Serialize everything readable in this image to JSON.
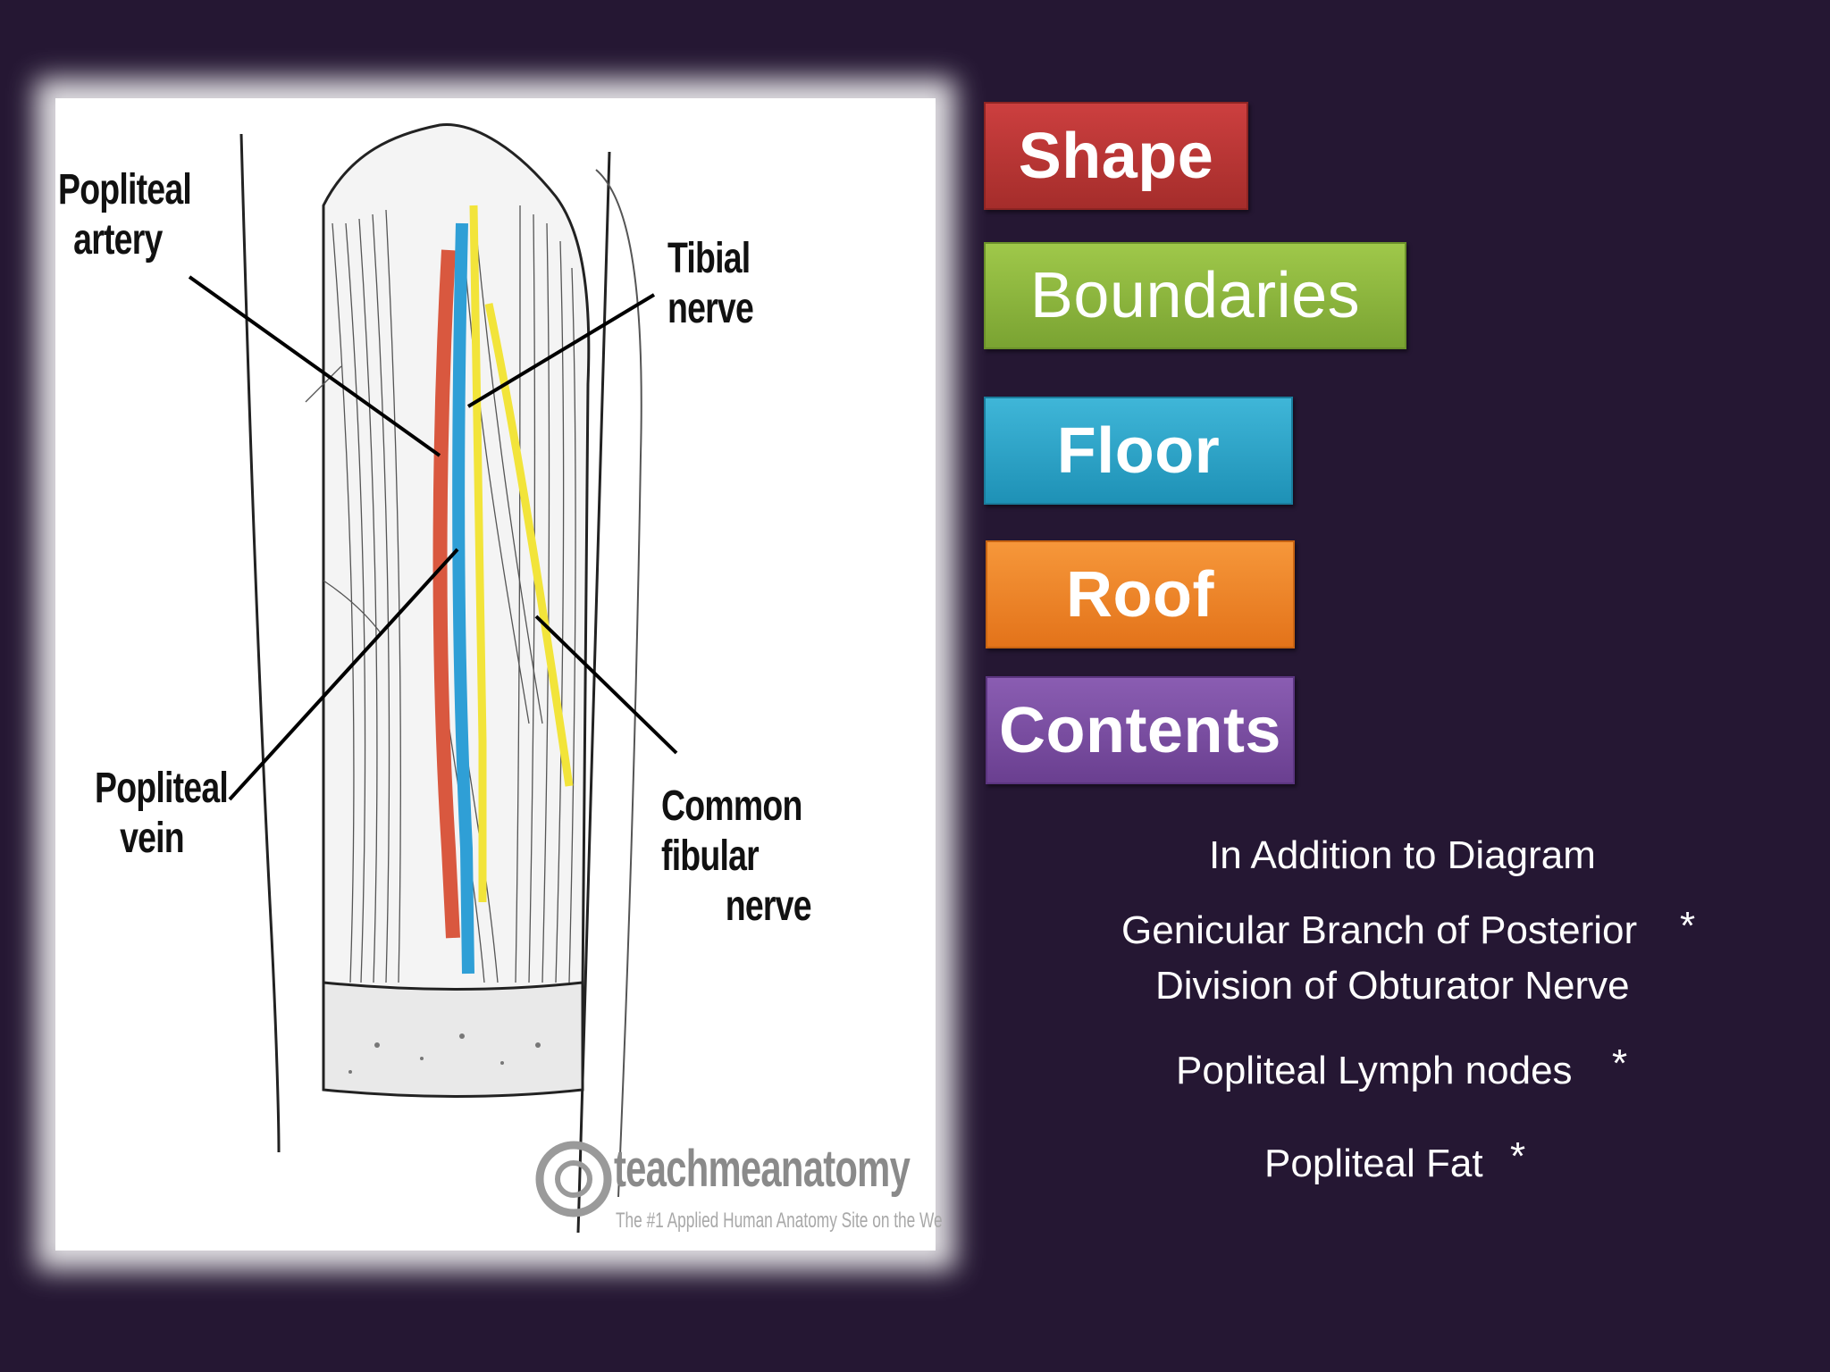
{
  "figure": {
    "labels": {
      "popliteal_artery": [
        "Popliteal",
        "artery"
      ],
      "tibial_nerve": [
        "Tibial",
        "nerve"
      ],
      "popliteal_vein": [
        "Popliteal",
        "vein"
      ],
      "common_fibular_nerve": [
        "Common fibular",
        "nerve"
      ]
    },
    "watermark": {
      "name": "teachmeanatomy",
      "tagline": "The #1 Applied Human Anatomy Site on the We"
    },
    "colors": {
      "artery": "#d9583f",
      "vein": "#2f9fd6",
      "nerve": "#f2e43a"
    }
  },
  "menu": {
    "shape": "Shape",
    "boundaries": "Boundaries",
    "floor": "Floor",
    "roof": "Roof",
    "contents": "Contents"
  },
  "notes": {
    "heading": "In Addition to Diagram",
    "item1_line1": "Genicular Branch of Posterior",
    "item1_line2": "Division of Obturator Nerve",
    "item2": "Popliteal Lymph nodes",
    "item3": "Popliteal Fat",
    "marker": "*"
  },
  "colors": {
    "background": "#251733",
    "shape": "#b83535",
    "boundaries": "#8bb53d",
    "floor": "#2aa3c8",
    "roof": "#ef8328",
    "contents": "#7a4ea2"
  }
}
